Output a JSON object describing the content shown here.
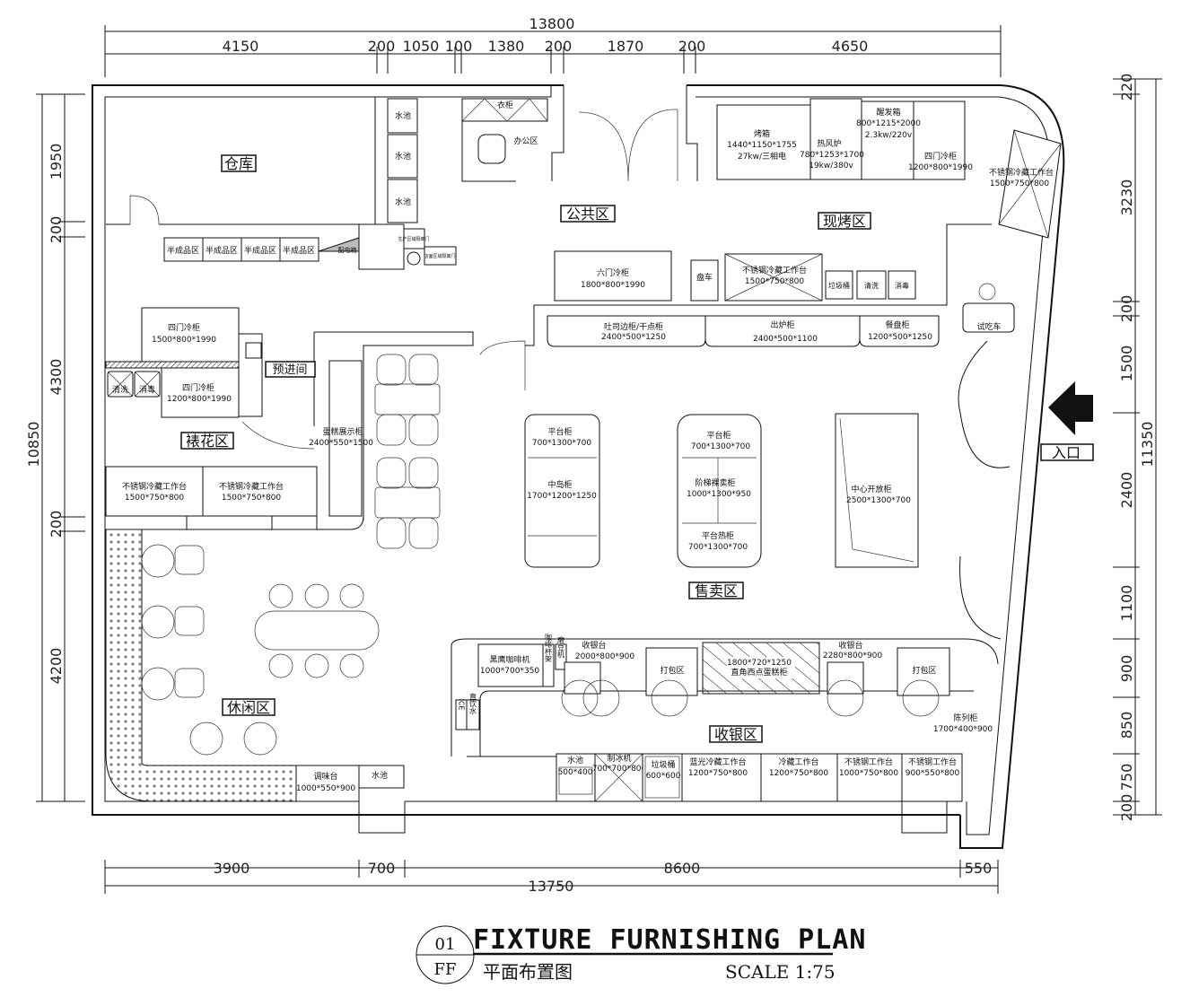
{
  "dims": {
    "top_total": "13800",
    "top": [
      "4150",
      "200",
      "1050",
      "100",
      "1380",
      "200",
      "1870",
      "200",
      "4650"
    ],
    "left_total": "10850",
    "left": [
      "1950",
      "200",
      "4300",
      "200",
      "4200"
    ],
    "right_total": "11350",
    "right": [
      "220",
      "3230",
      "200",
      "1500",
      "2400",
      "1100",
      "900",
      "850",
      "750",
      "200"
    ],
    "bottom": [
      "3900",
      "700",
      "8600",
      "550"
    ],
    "bottom_total": "13750"
  },
  "zones": {
    "warehouse": "仓库",
    "public": "公共区",
    "baking": "现烤区",
    "prep": "预进间",
    "decor": "裱花区",
    "sales": "售卖区",
    "leisure": "休闲区",
    "cashier": "收银区",
    "entrance": "入口",
    "office": "办公区"
  },
  "fx": {
    "sink": "水池",
    "wardrobe": "衣柜",
    "semi": "半成品区",
    "elec": "配电箱",
    "prod_door": "生产区域隔离门",
    "shop_door": "店面区域隔离门",
    "oven": {
      "n": "烤箱",
      "s": "1440*1150*1755",
      "p": "27kw/三相电"
    },
    "hotair": {
      "n": "热风炉",
      "s": "780*1253*1700",
      "p": "19kw/380v"
    },
    "proof": {
      "n": "醒发箱",
      "s": "800*1215*2000",
      "p": "2.3kw/220v"
    },
    "fridge_r": {
      "n": "四门冷柜",
      "s": "1200*800*1990"
    },
    "ss_cold_r": {
      "n": "不锈钢冷藏工作台",
      "s": "1500*750*800"
    },
    "six_door": {
      "n": "六门冷柜",
      "s": "1800*800*1990"
    },
    "tray_cart": "盘车",
    "ss_cold_m": {
      "n": "不锈钢冷藏工作台",
      "s": "1500*750*800"
    },
    "trash": "垃圾桶",
    "wash": "清洗",
    "sterilize": "消毒",
    "toast": {
      "n": "吐司边柜/干点柜",
      "s": "2400*500*1250"
    },
    "outoven": {
      "n": "出炉柜",
      "s": "2400*500*1100"
    },
    "plate": {
      "n": "餐盘柜",
      "s": "1200*500*1250"
    },
    "tasting": "试吃车",
    "fridge_a": {
      "n": "四门冷柜",
      "s": "1500*800*1990"
    },
    "fridge_b": {
      "n": "四门冷柜",
      "s": "1200*800*1990"
    },
    "cake_disp": {
      "n": "蛋糕展示柜",
      "s": "2400*550*1500"
    },
    "ss_cold_l1": {
      "n": "不锈钢冷藏工作台",
      "s": "1500*750*800"
    },
    "ss_cold_l2": {
      "n": "不锈钢冷藏工作台",
      "s": "1500*750*800"
    },
    "season": {
      "n": "调味台",
      "s": "1000*550*900"
    },
    "plat1": {
      "n": "平台柜",
      "s": "700*1300*700"
    },
    "island": {
      "n": "中岛柜",
      "s": "1700*1200*1250"
    },
    "plat2": {
      "n": "平台柜",
      "s": "700*1300*700"
    },
    "step": {
      "n": "阶梯裸卖柜",
      "s": "1000*1300*950"
    },
    "hot": {
      "n": "平台热柜",
      "s": "700*1300*700"
    },
    "center": {
      "n": "中心开放柜",
      "s": "2500*1300*700"
    },
    "coffee": {
      "n": "黑鹰咖啡机",
      "s": "1000*700*350"
    },
    "cup_rack": "咖啡杯架",
    "grinder": "磨豆机",
    "ice": "ICE",
    "water": "直饮水",
    "cash1": {
      "n": "收银台",
      "s": "2000*800*900"
    },
    "pack": "打包区",
    "cake_case": {
      "n": "直角西点蛋糕柜",
      "s": "1800*720*1250"
    },
    "cash2": {
      "n": "收银台",
      "s": "2280*800*900"
    },
    "display": {
      "n": "陈列柜",
      "s": "1700*400*900"
    },
    "sink_b": {
      "n": "水池",
      "s": "500*400"
    },
    "ice_maker": {
      "n": "制冰机",
      "s": "700*700*800"
    },
    "trash_b": {
      "n": "垃圾桶",
      "s": "600*600"
    },
    "blue": {
      "n": "蓝光冷藏工作台",
      "s": "1200*750*800"
    },
    "cold": {
      "n": "冷藏工作台",
      "s": "1200*750*800"
    },
    "ss1": {
      "n": "不锈钢工作台",
      "s": "1000*750*800"
    },
    "ss2": {
      "n": "不锈钢工作台",
      "s": "900*550*800"
    }
  },
  "title": {
    "num": "01",
    "code": "FF",
    "en": "FIXTURE FURNISHING PLAN",
    "cn": "平面布置图",
    "scale": "SCALE 1:75"
  }
}
